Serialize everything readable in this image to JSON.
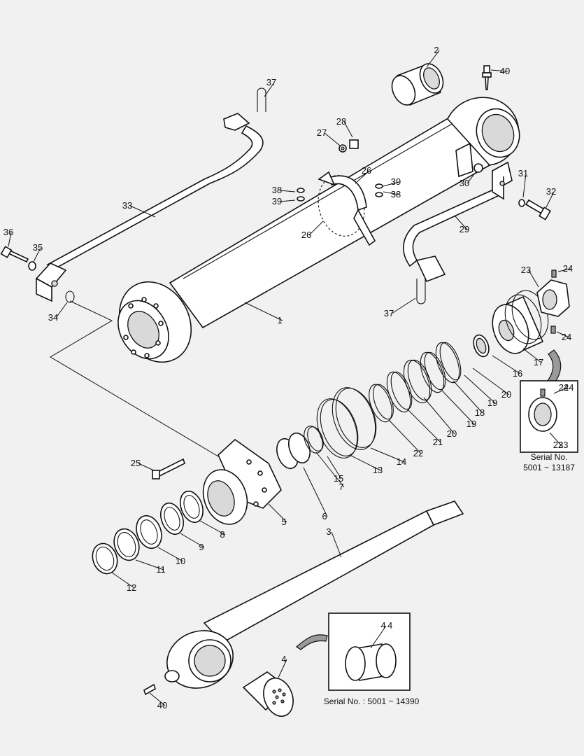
{
  "callouts": [
    {
      "id": "c1",
      "text": "1"
    },
    {
      "id": "c2",
      "text": "2"
    },
    {
      "id": "c3",
      "text": "3"
    },
    {
      "id": "c4a",
      "text": "4"
    },
    {
      "id": "c4b",
      "text": "4"
    },
    {
      "id": "c5",
      "text": "5"
    },
    {
      "id": "c6",
      "text": "6"
    },
    {
      "id": "c7",
      "text": "7"
    },
    {
      "id": "c8",
      "text": "8"
    },
    {
      "id": "c9",
      "text": "9"
    },
    {
      "id": "c10",
      "text": "10"
    },
    {
      "id": "c11",
      "text": "11"
    },
    {
      "id": "c12",
      "text": "12"
    },
    {
      "id": "c13",
      "text": "13"
    },
    {
      "id": "c14",
      "text": "14"
    },
    {
      "id": "c15",
      "text": "15"
    },
    {
      "id": "c16",
      "text": "16"
    },
    {
      "id": "c17",
      "text": "17"
    },
    {
      "id": "c18",
      "text": "18"
    },
    {
      "id": "c19a",
      "text": "19"
    },
    {
      "id": "c19b",
      "text": "19"
    },
    {
      "id": "c20a",
      "text": "20"
    },
    {
      "id": "c20b",
      "text": "20"
    },
    {
      "id": "c21",
      "text": "21"
    },
    {
      "id": "c22",
      "text": "22"
    },
    {
      "id": "c23a",
      "text": "23"
    },
    {
      "id": "c23b",
      "text": "23"
    },
    {
      "id": "c24a",
      "text": "24"
    },
    {
      "id": "c24b",
      "text": "24"
    },
    {
      "id": "c24c",
      "text": "24"
    },
    {
      "id": "c25",
      "text": "25"
    },
    {
      "id": "c26a",
      "text": "26"
    },
    {
      "id": "c26b",
      "text": "26"
    },
    {
      "id": "c27",
      "text": "27"
    },
    {
      "id": "c28",
      "text": "28"
    },
    {
      "id": "c29",
      "text": "29"
    },
    {
      "id": "c30",
      "text": "30"
    },
    {
      "id": "c31",
      "text": "31"
    },
    {
      "id": "c32",
      "text": "32"
    },
    {
      "id": "c33",
      "text": "33"
    },
    {
      "id": "c34",
      "text": "34"
    },
    {
      "id": "c35",
      "text": "35"
    },
    {
      "id": "c36",
      "text": "36"
    },
    {
      "id": "c37a",
      "text": "37"
    },
    {
      "id": "c37b",
      "text": "37"
    },
    {
      "id": "c38a",
      "text": "38"
    },
    {
      "id": "c38b",
      "text": "38"
    },
    {
      "id": "c39a",
      "text": "39"
    },
    {
      "id": "c39b",
      "text": "39"
    },
    {
      "id": "c40a",
      "text": "40"
    },
    {
      "id": "c40b",
      "text": "40"
    }
  ],
  "inset_nut": {
    "line1": "Serial No.",
    "line2": "5001 ~ 13187",
    "callout_24": "24",
    "callout_23": "23"
  },
  "inset_bushing": {
    "caption": "Serial No. : 5001 ~ 14390",
    "callout_4": "4"
  },
  "colors": {
    "line": "#111111",
    "background": "#f1f1f1",
    "fill": "#ffffff",
    "shade": "#d9d9d9"
  }
}
